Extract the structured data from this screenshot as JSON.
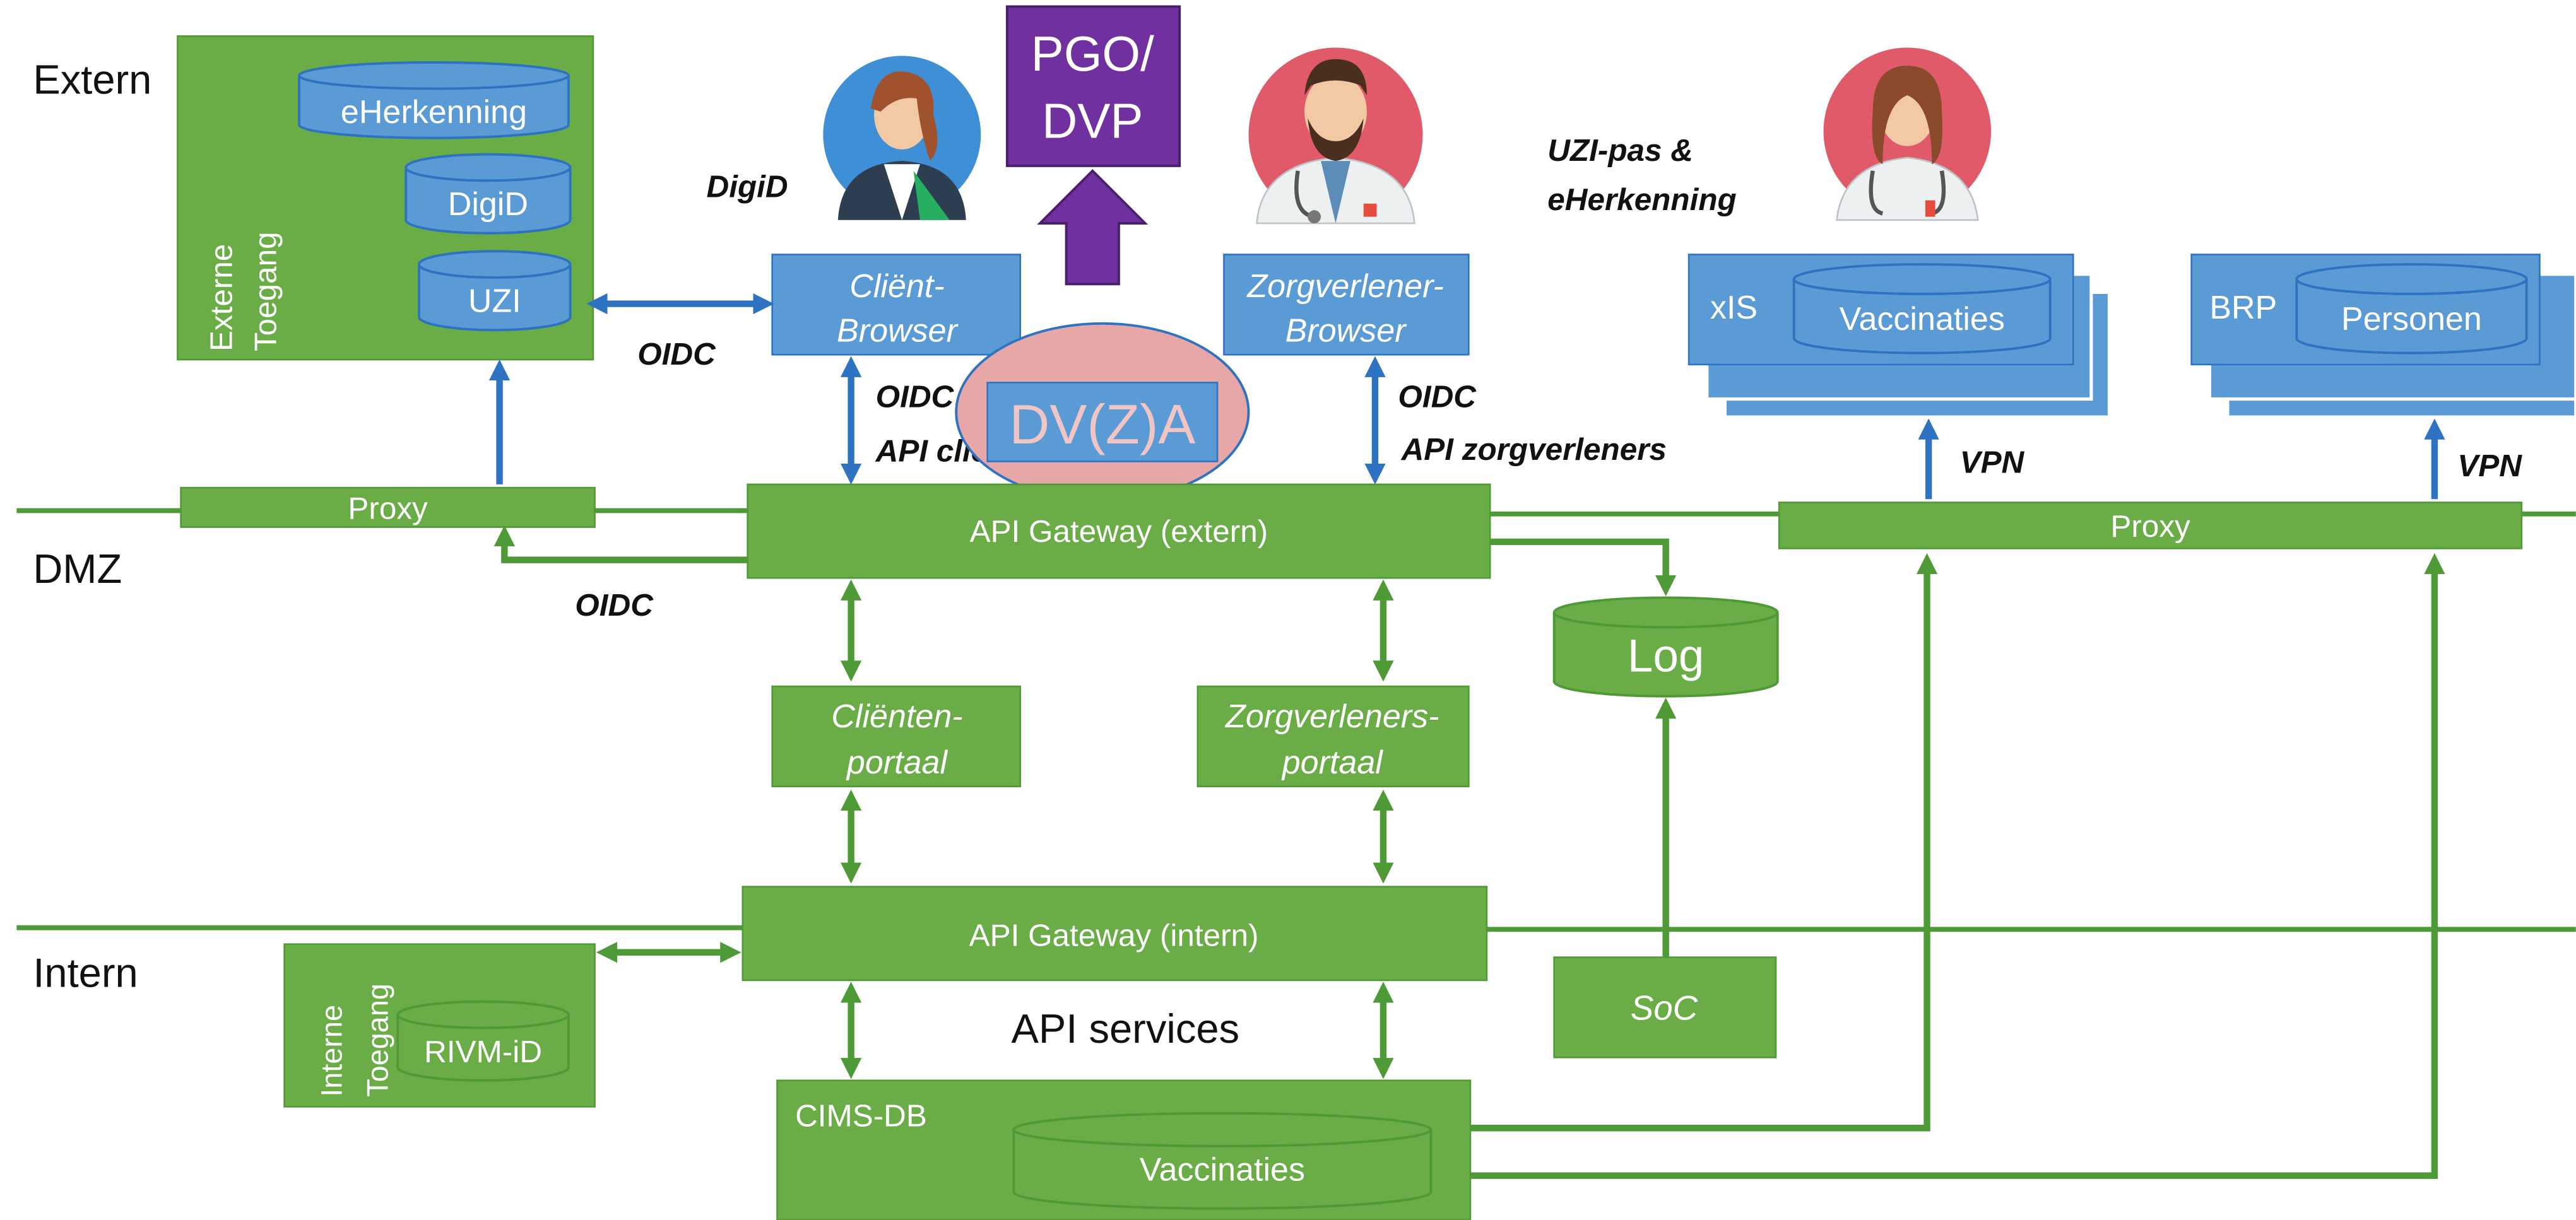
{
  "zones": {
    "extern": "Extern",
    "dmz": "DMZ",
    "intern": "Intern"
  },
  "external_access": {
    "title": "Externe Toegang",
    "title_lines": [
      "Externe",
      "Toegang"
    ],
    "databases": [
      "eHerkenning",
      "DigiD",
      "UZI"
    ]
  },
  "labels": {
    "digid": "DigiD",
    "oidc": "OIDC",
    "uzi_lines": [
      "UZI-pas &",
      "eHerkenning"
    ],
    "vpn": "VPN",
    "api_client": "API cliënten",
    "api_care": "API zorgverleners",
    "api_services": "API services"
  },
  "boxes": {
    "pgo_dvp": [
      "PGO/",
      "DVP"
    ],
    "client_browser": [
      "Cliënt-",
      "Browser"
    ],
    "care_browser": [
      "Zorgverlener-",
      "Browser"
    ],
    "dvza": "DV(Z)A",
    "proxy_left": "Proxy",
    "proxy_right": "Proxy",
    "api_gateway_extern": "API Gateway (extern)",
    "api_gateway_intern": "API Gateway (intern)",
    "client_portal": [
      "Cliënten-",
      "portaal"
    ],
    "care_portal": [
      "Zorgverleners-",
      "portaal"
    ],
    "log": "Log",
    "soc": "SoC",
    "internal_access_lines": [
      "Interne",
      "Toegang"
    ],
    "rivm_id": "RIVM-iD",
    "cims_db": "CIMS-DB",
    "cims_vaccinaties": "Vaccinaties",
    "xis": "xIS",
    "xis_vaccinaties": "Vaccinaties",
    "brp": "BRP",
    "brp_personen": "Personen"
  },
  "colors": {
    "green": "#6aad46",
    "green_dark": "#4e9a36",
    "blue": "#5b9bd5",
    "blue_dark": "#2e73c2",
    "purple": "#7030a0",
    "pink": "#e7a7a7"
  }
}
